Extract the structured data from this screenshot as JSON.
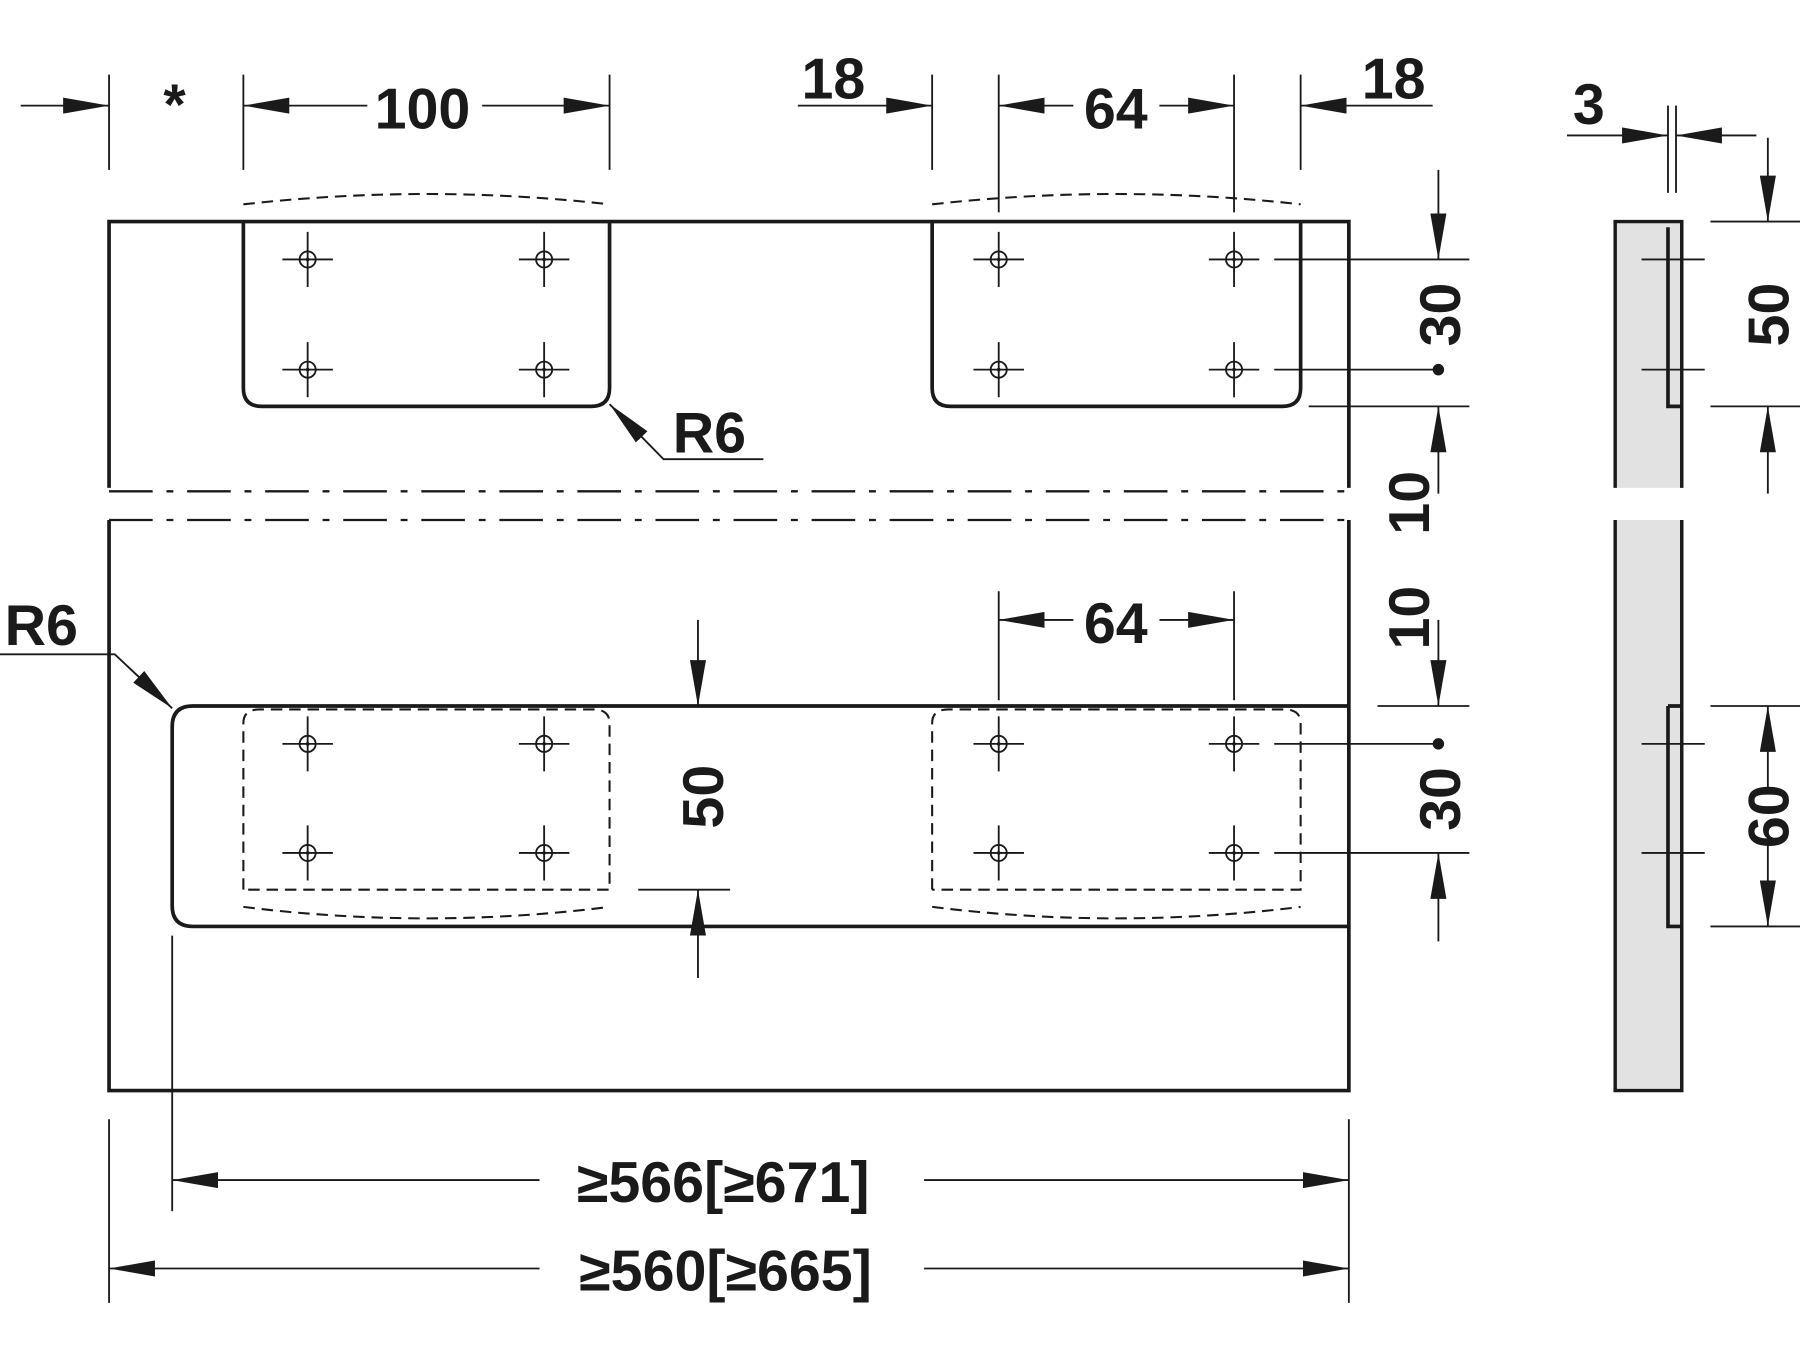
{
  "labels": {
    "asterisk": "*",
    "width_100": "100",
    "offset_18_left": "18",
    "spacing_64_top": "64",
    "offset_18_right": "18",
    "thickness_3": "3",
    "vertical_30_top": "30",
    "vertical_10_top": "10",
    "vertical_10_bottom": "10",
    "vertical_30_bottom": "30",
    "groove_50": "50",
    "side_50": "50",
    "side_60": "60",
    "radius_top": "R6",
    "radius_bottom": "R6",
    "spacing_64_bottom": "64",
    "min_width_inner": "≥566[≥671]",
    "min_width_outer": "≥560[≥665]"
  },
  "colors": {
    "line": "#1a1a1a",
    "side_fill": "#e2e2e2"
  }
}
